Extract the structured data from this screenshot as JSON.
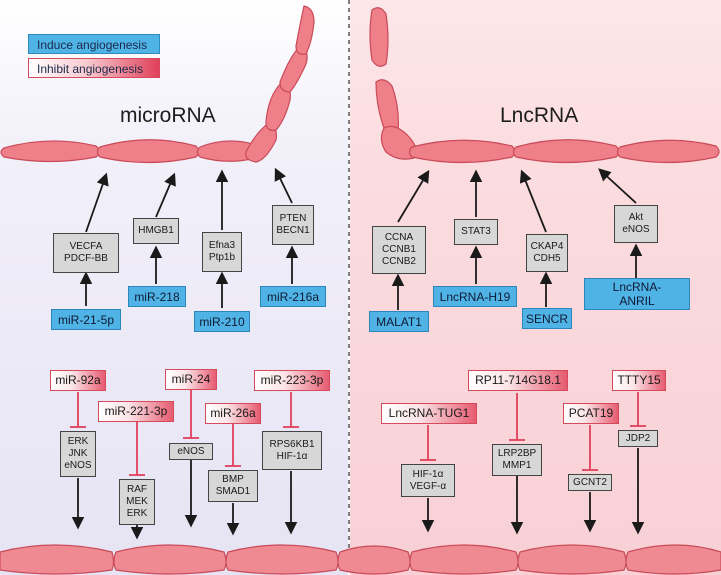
{
  "legend": {
    "induce": "Induce angiogenesis",
    "inhibit": "Inhibit angiogenesis"
  },
  "headings": {
    "left": "microRNA",
    "right": "LncRNA"
  },
  "colors": {
    "induce": "#4fb3e6",
    "inhibit": "#e0405a",
    "left_panel": "#ebe8f6",
    "right_panel": "#fbdcdf",
    "cell": "#ee7c86"
  },
  "microrna": {
    "inducers": [
      {
        "name": "miR-21-5p",
        "targets": [
          "VECFA",
          "PDCF-BB"
        ]
      },
      {
        "name": "miR-218",
        "targets": [
          "HMGB1"
        ]
      },
      {
        "name": "miR-210",
        "targets": [
          "Efna3",
          "Ptp1b"
        ]
      },
      {
        "name": "miR-216a",
        "targets": [
          "PTEN",
          "BECN1"
        ]
      }
    ],
    "inhibitors": [
      {
        "name": "miR-92a",
        "targets": [
          "ERK",
          "JNK",
          "eNOS"
        ]
      },
      {
        "name": "miR-221-3p",
        "targets": [
          "RAF",
          "MEK",
          "ERK"
        ]
      },
      {
        "name": "miR-24",
        "targets": [
          "eNOS"
        ]
      },
      {
        "name": "miR-26a",
        "targets": [
          "BMP",
          "SMAD1"
        ]
      },
      {
        "name": "miR-223-3p",
        "targets": [
          "RPS6KB1",
          "HIF-1α"
        ]
      }
    ]
  },
  "lncrna": {
    "inducers": [
      {
        "name": "MALAT1",
        "targets": [
          "CCNA",
          "CCNB1",
          "CCNB2"
        ]
      },
      {
        "name": "LncRNA-H19",
        "targets": [
          "STAT3"
        ]
      },
      {
        "name": "SENCR",
        "targets": [
          "CKAP4",
          "CDH5"
        ]
      },
      {
        "name": [
          "LncRNA-",
          "ANRIL"
        ],
        "targets": [
          "Akt",
          "eNOS"
        ]
      }
    ],
    "inhibitors": [
      {
        "name": "LncRNA-TUG1",
        "targets": [
          "HIF-1α",
          "VEGF-α"
        ]
      },
      {
        "name": "RP11-714G18.1",
        "targets": [
          "LRP2BP",
          "MMP1"
        ]
      },
      {
        "name": "PCAT19",
        "targets": [
          "GCNT2"
        ]
      },
      {
        "name": "TTTY15",
        "targets": [
          "JDP2"
        ]
      }
    ]
  }
}
